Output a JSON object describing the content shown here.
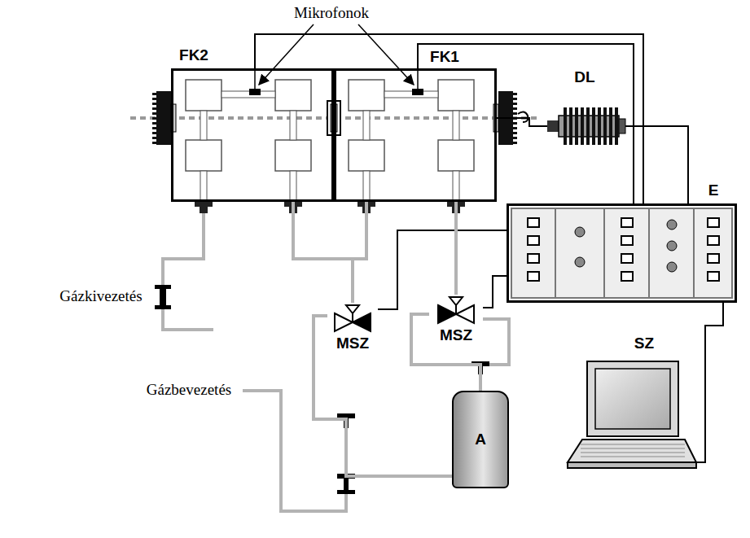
{
  "diagram": {
    "nodes": [
      {
        "text": [
          "FK2"
        ]
      },
      {
        "text": [
          "FK1"
        ]
      },
      {
        "text": [
          "DL"
        ]
      },
      {
        "text": [
          "E"
        ]
      },
      {
        "text": [
          "MSZ"
        ]
      },
      {
        "text": [
          "MSZ"
        ]
      },
      {
        "text": [
          "A"
        ]
      },
      {
        "text": [
          "SZ"
        ]
      }
    ],
    "edges": [
      {
        "from": 0,
        "to": 3,
        "arrow": "none"
      },
      {
        "from": 1,
        "to": 3,
        "arrow": "none"
      },
      {
        "from": 1,
        "to": 2,
        "arrow": "none"
      },
      {
        "from": 2,
        "to": 3,
        "arrow": "none"
      },
      {
        "from": 3,
        "to": 4,
        "arrow": "none"
      },
      {
        "from": 3,
        "to": 5,
        "arrow": "none"
      },
      {
        "from": 3,
        "to": 7,
        "arrow": "none"
      },
      {
        "from": 0,
        "to": 4,
        "arrow": "none"
      },
      {
        "from": 1,
        "to": 4,
        "arrow": "none"
      },
      {
        "from": 1,
        "to": 5,
        "arrow": "none"
      },
      {
        "from": 6,
        "to": 5,
        "arrow": "none"
      },
      {
        "from": 6,
        "to": 4,
        "arrow": "none"
      }
    ],
    "labels": [
      "Mikrofonok",
      "Gázkivezetés",
      "Gázbevezetés"
    ]
  }
}
